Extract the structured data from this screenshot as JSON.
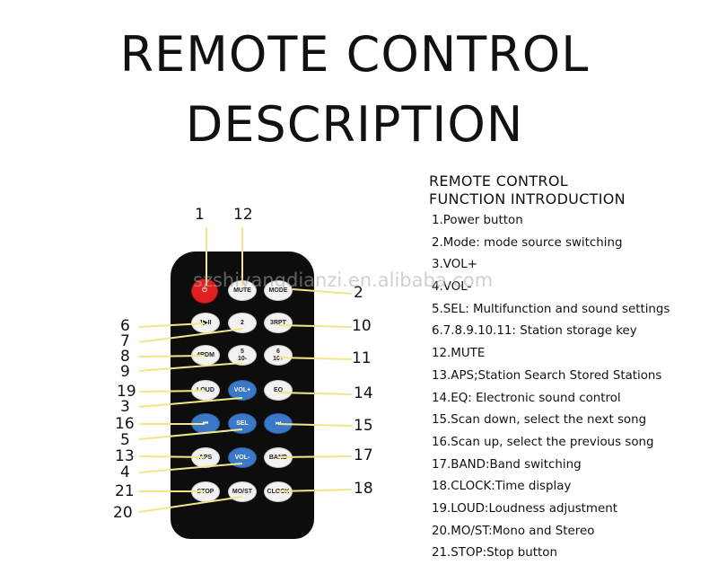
{
  "title": {
    "line1": "REMOTE CONTROL",
    "line2": "DESCRIPTION"
  },
  "function_title": {
    "line1": "REMOTE CONTROL",
    "line2": "FUNCTION INTRODUCTION"
  },
  "functions": [
    "1.Power button",
    "2.Mode: mode source switching",
    "3.VOL+",
    "4.VOL-",
    "5.SEL: Multifunction and sound settings",
    "6.7.8.9.10.11: Station storage key",
    "12.MUTE",
    "13.APS;Station Search Stored Stations",
    "14.EQ: Electronic sound control",
    "15.Scan down, select the next song",
    "16.Scan up, select the previous song",
    "17.BAND:Band switching",
    "18.CLOCK:Time display",
    "19.LOUD:Loudness adjustment",
    "20.MO/ST:Mono and Stereo",
    "21.STOP:Stop button"
  ],
  "watermark": "szshiyangdianzi.en.alibaba.com",
  "buttons": {
    "power": "⏻",
    "mute": "MUTE",
    "mode": "MODE",
    "play": "1▶II",
    "b2": "2",
    "rpt": "3RPT",
    "rdm": "4RDM",
    "b5": "5\n10-",
    "b6": "6\n10+",
    "loud": "LOUD",
    "volup": "VOL+",
    "eq": "EQ",
    "prev": "⏮",
    "sel": "SEL",
    "next": "⏭",
    "aps": "APS",
    "voldown": "VOL-",
    "band": "BAND",
    "stop": "STOP",
    "most": "MO/ST",
    "clock": "CLOCK"
  },
  "labels": {
    "n1": "1",
    "n2": "2",
    "n3": "3",
    "n4": "4",
    "n5": "5",
    "n6": "6",
    "n7": "7",
    "n8": "8",
    "n9": "9",
    "n10": "10",
    "n11": "11",
    "n12": "12",
    "n13": "13",
    "n14": "14",
    "n15": "15",
    "n16": "16",
    "n17": "17",
    "n18": "18",
    "n19": "19",
    "n20": "20",
    "n21": "21"
  },
  "colors": {
    "leader": "#f2e68a",
    "blue_button": "#3a78c8",
    "power_button": "#e02020"
  }
}
